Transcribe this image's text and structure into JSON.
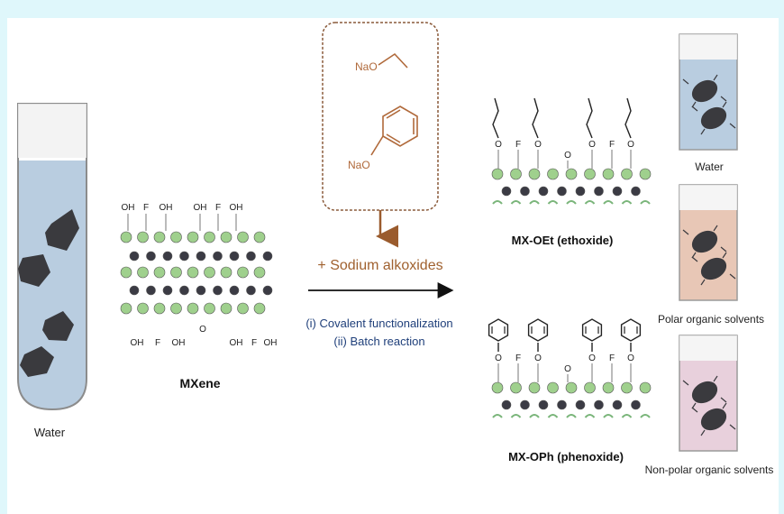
{
  "colors": {
    "frame": "#dff7fb",
    "water": "#b9cde0",
    "polar": "#e8c7b6",
    "nonpolar": "#e8d0dc",
    "flake": "#3a3a3e",
    "atom_green": "#9fd08d",
    "atom_dark": "#3b3b44",
    "box_border": "#8a5a3a",
    "arrow_orange": "#9a5b2d",
    "reagent_text": "#a0612f",
    "chem_text": "#b0693a",
    "conditions_text": "#1f3f7a"
  },
  "left_tube": {
    "label": "Water"
  },
  "mxene": {
    "top_groups": [
      "OH",
      "F",
      "OH",
      "OH",
      "F",
      "OH"
    ],
    "bottom_groups": [
      "OH",
      "F",
      "OH",
      "O",
      "OH",
      "F",
      "OH"
    ],
    "label": "MXene"
  },
  "reagent_box": {
    "ethoxide_label": "NaO",
    "phenoxide_label": "NaO"
  },
  "reaction": {
    "reagent": "+ Sodium alkoxides",
    "condition_1": "(i) Covalent functionalization",
    "condition_2": "(ii) Batch reaction"
  },
  "mx_oet": {
    "groups": [
      "O",
      "F",
      "O",
      "O",
      "O",
      "F",
      "O"
    ],
    "label": "MX-OEt (ethoxide)"
  },
  "mx_oph": {
    "groups": [
      "O",
      "F",
      "O",
      "O",
      "O",
      "F",
      "O"
    ],
    "label": "MX-OPh (phenoxide)"
  },
  "right_vials": [
    {
      "label": "Water"
    },
    {
      "label": "Polar organic solvents"
    },
    {
      "label": "Non-polar organic solvents"
    }
  ]
}
